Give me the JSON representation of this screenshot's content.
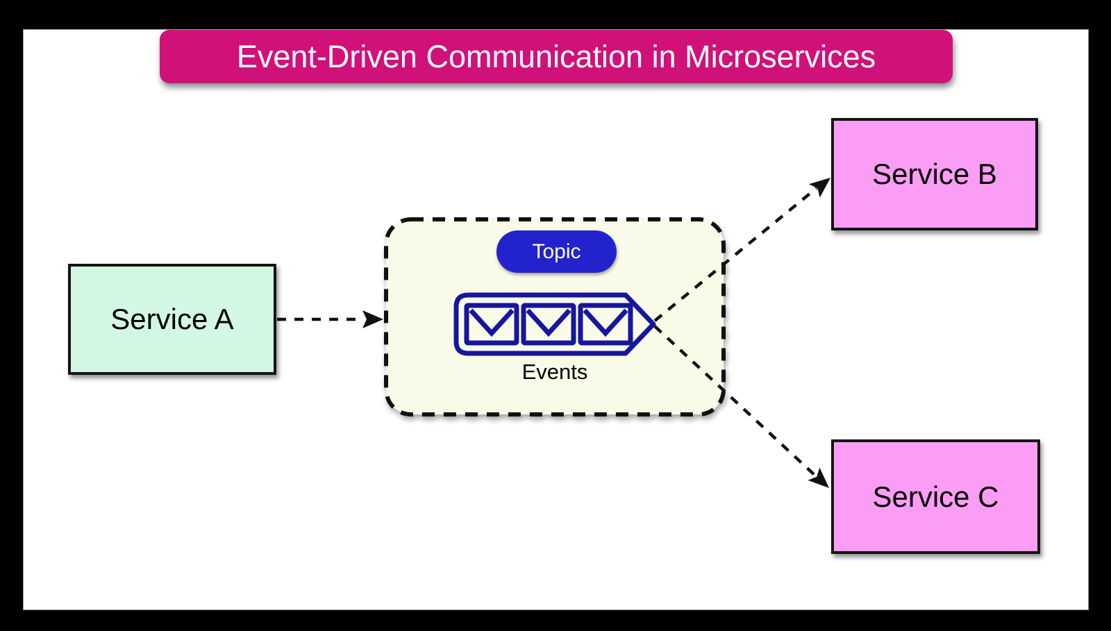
{
  "title": {
    "text": "Event-Driven Communication in Microservices"
  },
  "nodes": {
    "service_a": {
      "label": "Service A",
      "role": "producer"
    },
    "service_b": {
      "label": "Service B",
      "role": "consumer"
    },
    "service_c": {
      "label": "Service C",
      "role": "consumer"
    }
  },
  "topic": {
    "badge_label": "Topic",
    "caption": "Events",
    "envelope_count": 3,
    "icon": "envelope-icon"
  },
  "edges": [
    {
      "from": "service_a",
      "to": "topic",
      "style": "dashed-arrow"
    },
    {
      "from": "topic",
      "to": "service_b",
      "style": "dashed-arrow"
    },
    {
      "from": "topic",
      "to": "service_c",
      "style": "dashed-arrow"
    }
  ],
  "colors": {
    "frame_bg": "#000000",
    "canvas_bg": "#ffffff",
    "title_bg": "#d1117a",
    "title_text": "#ffffff",
    "service_a_fill": "#d2f8e4",
    "consumer_fill": "#fb9df5",
    "node_border": "#141414",
    "topic_fill": "#fafae8",
    "dash_stroke": "#111111",
    "badge_fill": "#2323cd",
    "badge_text": "#ffffff",
    "envelope_stroke": "#16169e",
    "label_text": "#000000"
  }
}
